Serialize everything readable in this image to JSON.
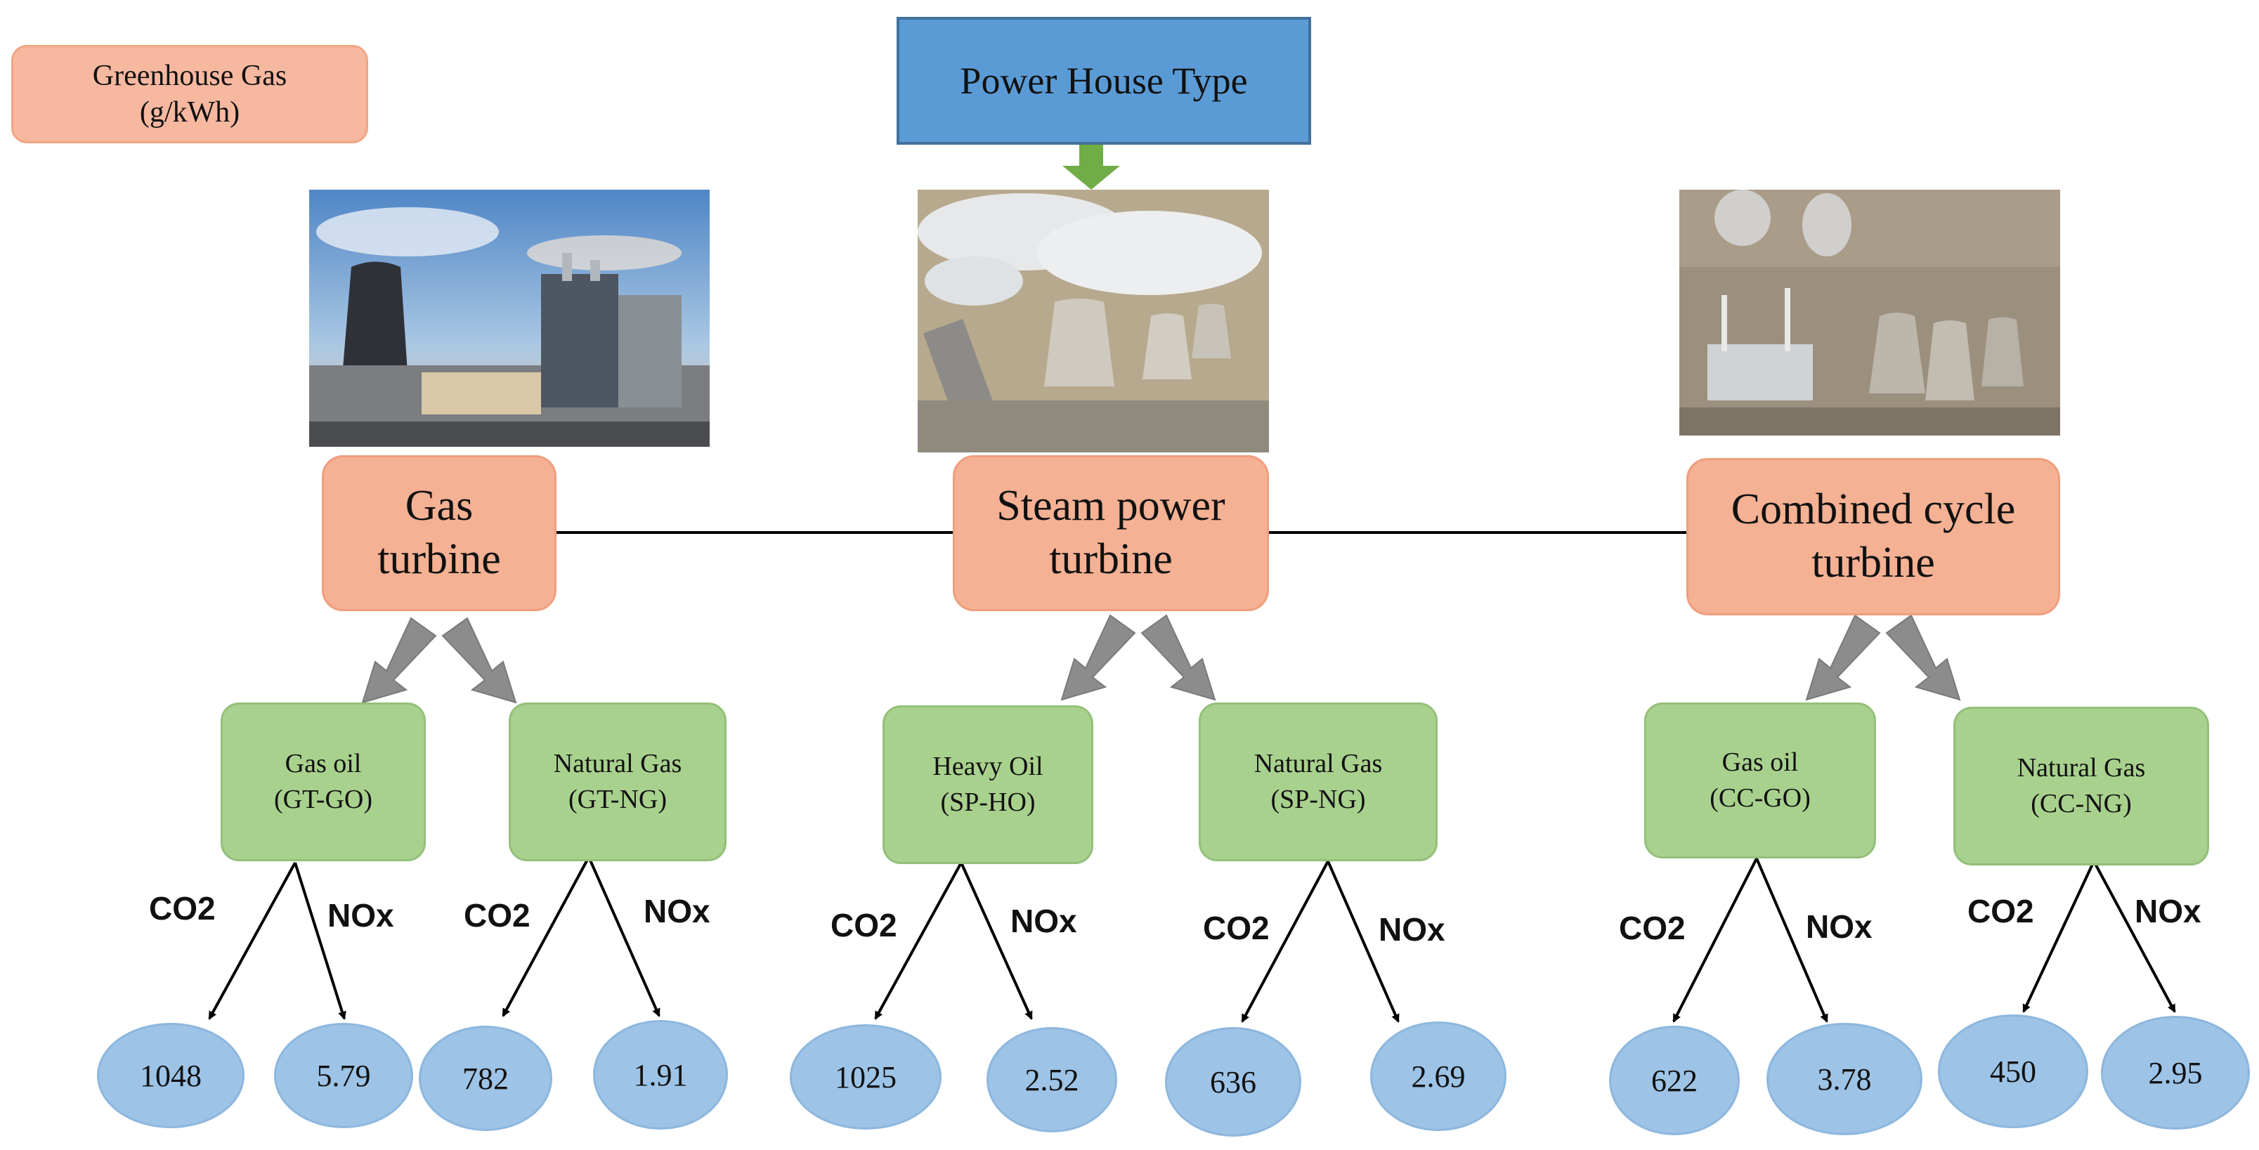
{
  "legend": {
    "line1": "Greenhouse Gas",
    "line2": "(g/kWh)"
  },
  "header": {
    "title": "Power House Type"
  },
  "colors": {
    "header": "#5b9bd5",
    "turbine": "#f4b193",
    "fuel": "#a9d18e",
    "value": "#9dc3e6",
    "header_arrow": "#70ad47",
    "fuel_arrow": "#8c8c8c"
  },
  "photos": [
    {
      "name": "gas-turbine-plant-photo"
    },
    {
      "name": "steam-power-plant-photo"
    },
    {
      "name": "combined-cycle-plant-photo"
    }
  ],
  "turbines": [
    {
      "line1": "Gas",
      "line2": "turbine"
    },
    {
      "line1": "Steam power",
      "line2": "turbine"
    },
    {
      "line1": "Combined cycle",
      "line2": "turbine"
    }
  ],
  "fuels": [
    {
      "line1": "Gas oil",
      "line2": "(GT-GO)",
      "co2_label": "CO2",
      "nox_label": "NOx",
      "co2": "1048",
      "nox": "5.79"
    },
    {
      "line1": "Natural Gas",
      "line2": "(GT-NG)",
      "co2_label": "CO2",
      "nox_label": "NOx",
      "co2": "782",
      "nox": "1.91"
    },
    {
      "line1": "Heavy Oil",
      "line2": "(SP-HO)",
      "co2_label": "CO2",
      "nox_label": "NOx",
      "co2": "1025",
      "nox": "2.52"
    },
    {
      "line1": "Natural Gas",
      "line2": "(SP-NG)",
      "co2_label": "CO2",
      "nox_label": "NOx",
      "co2": "636",
      "nox": "2.69"
    },
    {
      "line1": "Gas oil",
      "line2": "(CC-GO)",
      "co2_label": "CO2",
      "nox_label": "NOx",
      "co2": "622",
      "nox": "3.78"
    },
    {
      "line1": "Natural Gas",
      "line2": "(CC-NG)",
      "co2_label": "CO2",
      "nox_label": "NOx",
      "co2": "450",
      "nox": "2.95"
    }
  ]
}
